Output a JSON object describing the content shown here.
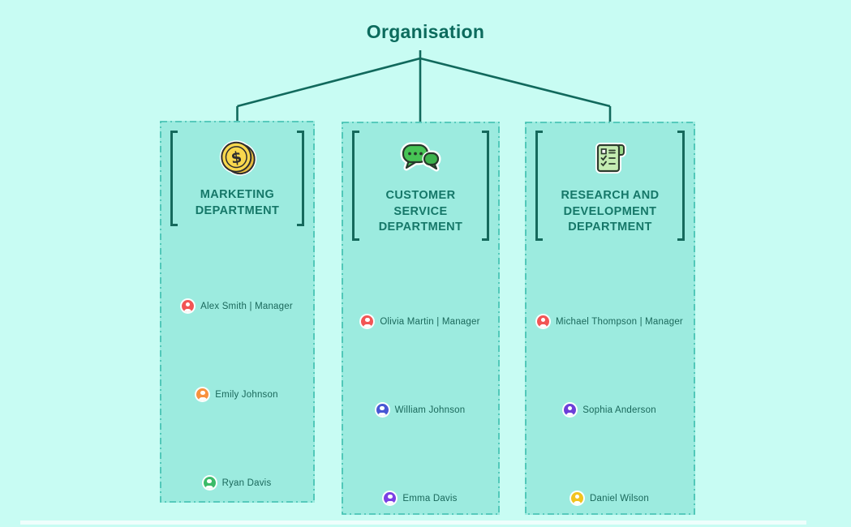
{
  "title": "Organisation",
  "colors": {
    "background": "#c8fcf3",
    "panel_fill": "#9cebdf",
    "panel_border": "#3fbfb0",
    "connector_line": "#11695c",
    "title_text": "#0c6b5d",
    "department_text": "#157768",
    "person_text": "#1a685b"
  },
  "departments": [
    {
      "name": "MARKETING\nDEPARTMENT",
      "icon": "dollar-coin",
      "people": [
        {
          "name": "Alex Smith | Manager",
          "icon_color": "#f25555"
        },
        {
          "name": "Emily Johnson",
          "icon_color": "#f8913d"
        },
        {
          "name": "Ryan Davis",
          "icon_color": "#3bbb68"
        }
      ]
    },
    {
      "name": "CUSTOMER\nSERVICE\nDEPARTMENT",
      "icon": "chat-bubbles",
      "people": [
        {
          "name": "Olivia Martin | Manager",
          "icon_color": "#f25555"
        },
        {
          "name": "William Johnson",
          "icon_color": "#4757d4"
        },
        {
          "name": "Emma Davis",
          "icon_color": "#7b40e4"
        }
      ]
    },
    {
      "name": "RESEARCH AND\nDEVELOPMENT\nDEPARTMENT",
      "icon": "checklist",
      "people": [
        {
          "name": "Michael Thompson | Manager",
          "icon_color": "#f25555"
        },
        {
          "name": "Sophia Anderson",
          "icon_color": "#6c3fd8"
        },
        {
          "name": "Daniel Wilson",
          "icon_color": "#f2c31f"
        }
      ]
    }
  ]
}
